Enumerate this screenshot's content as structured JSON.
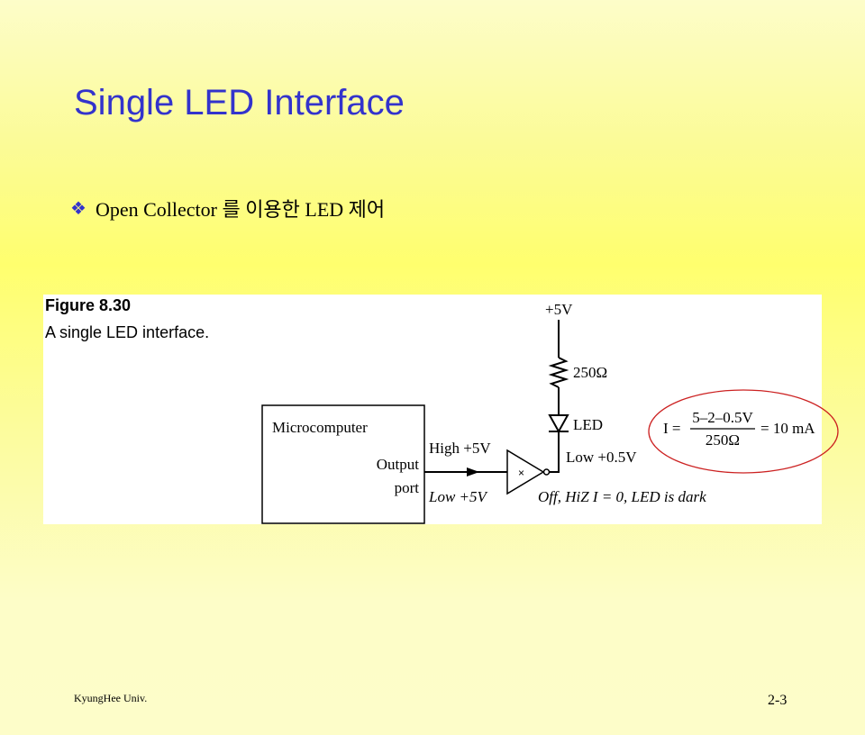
{
  "slide": {
    "title": "Single LED Interface",
    "bullet_icon": "diamond-bullet-icon",
    "bullet_text": "Open Collector 를 이용한 LED 제어",
    "footer_left": "KyungHee Univ.",
    "page_number": "2-3"
  },
  "figure": {
    "number": "Figure 8.30",
    "caption": "A single LED interface.",
    "supply": "+5V",
    "resistor": "250Ω",
    "led": "LED",
    "block_title": "Microcomputer",
    "output_label_1": "Output",
    "output_label_2": "port",
    "high_label": "High +5V",
    "low_label": "Low +5V",
    "gate_mark": "×",
    "low_led_label": "Low +0.5V",
    "off_label": "Off, HiZ I = 0, LED is dark",
    "formula_lhs": "I =",
    "formula_num": "5–2–0.5V",
    "formula_den": "250Ω",
    "formula_rhs": "= 10 mA"
  },
  "colors": {
    "title": "#3333cc",
    "bullet": "#3333cc",
    "highlight_ellipse": "#cc2222"
  }
}
